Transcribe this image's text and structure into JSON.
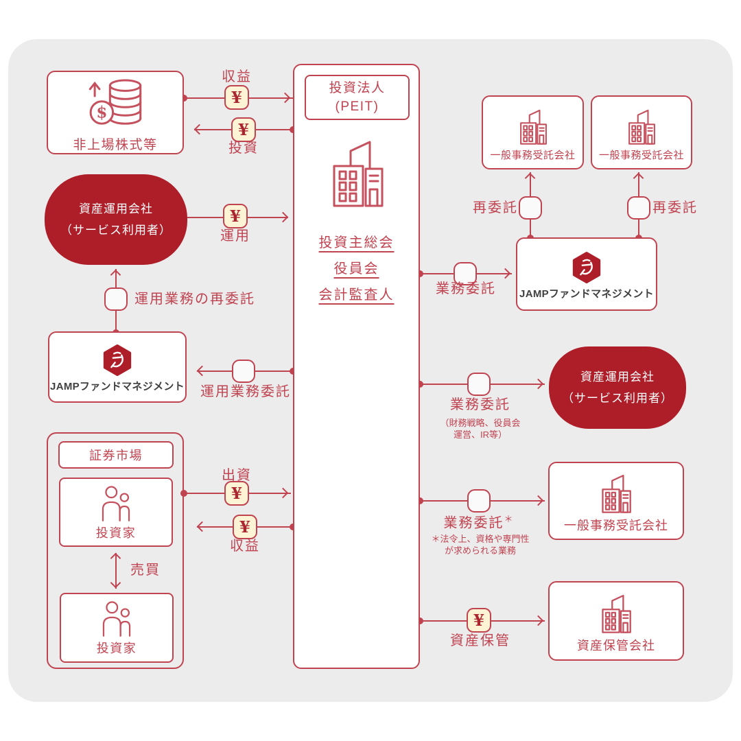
{
  "colors": {
    "red": "#c04350",
    "dark_red": "#ae1e29",
    "panel_bg": "#ececed",
    "page_bg": "#ffffff",
    "yen_badge_bg": "#fcf4d4",
    "yen_symbol": "#ab2530",
    "icon_stroke": "#c4515d",
    "jamp_text": "#3f3f41",
    "jamp_logo": "#a6202b"
  },
  "icons": {
    "yen": "¥",
    "dollar": "$"
  },
  "left": {
    "unlisted": {
      "label": "非上場株式等"
    },
    "asset_mgmt": {
      "line1": "資産運用会社",
      "line2": "（サービス利用者）"
    },
    "jamp": {
      "label": "JAMPファンドマネジメント"
    },
    "market": {
      "title": "証券市場",
      "investor_top": "投資家",
      "trade": "売買",
      "investor_bottom": "投資家"
    }
  },
  "center": {
    "title1": "投資法人",
    "title2": "(PEIT)",
    "item1": "投資主総会",
    "item2": "役員会",
    "item3": "会計監査人"
  },
  "right": {
    "admin_top_left": {
      "label": "一般事務受託会社"
    },
    "admin_top_right": {
      "label": "一般事務受託会社"
    },
    "jamp": {
      "label": "JAMPファンドマネジメント"
    },
    "asset_mgmt": {
      "line1": "資産運用会社",
      "line2": "（サービス利用者）"
    },
    "admin_mid": {
      "label": "一般事務受託会社"
    },
    "custody": {
      "label": "資産保管会社"
    }
  },
  "edges": {
    "revenue_top": "収益",
    "invest": "投資",
    "manage": "運用",
    "re_delegate_manage": "運用業務の再委託",
    "delegate_manage": "運用業務委託",
    "contribute": "出資",
    "revenue_bottom": "収益",
    "delegate_jamp": "業務委託",
    "re_delegate_left": "再委託",
    "re_delegate_right": "再委託",
    "delegate_asset": "業務委託",
    "delegate_asset_sub1": "（財務戦略、役員会",
    "delegate_asset_sub2": "運営、IR等）",
    "delegate_admin": "業務委託",
    "delegate_admin_mark": "＊",
    "delegate_admin_note1": "＊法令上、資格や専門性",
    "delegate_admin_note2": "が求められる業務",
    "custody_label": "資産保管"
  }
}
